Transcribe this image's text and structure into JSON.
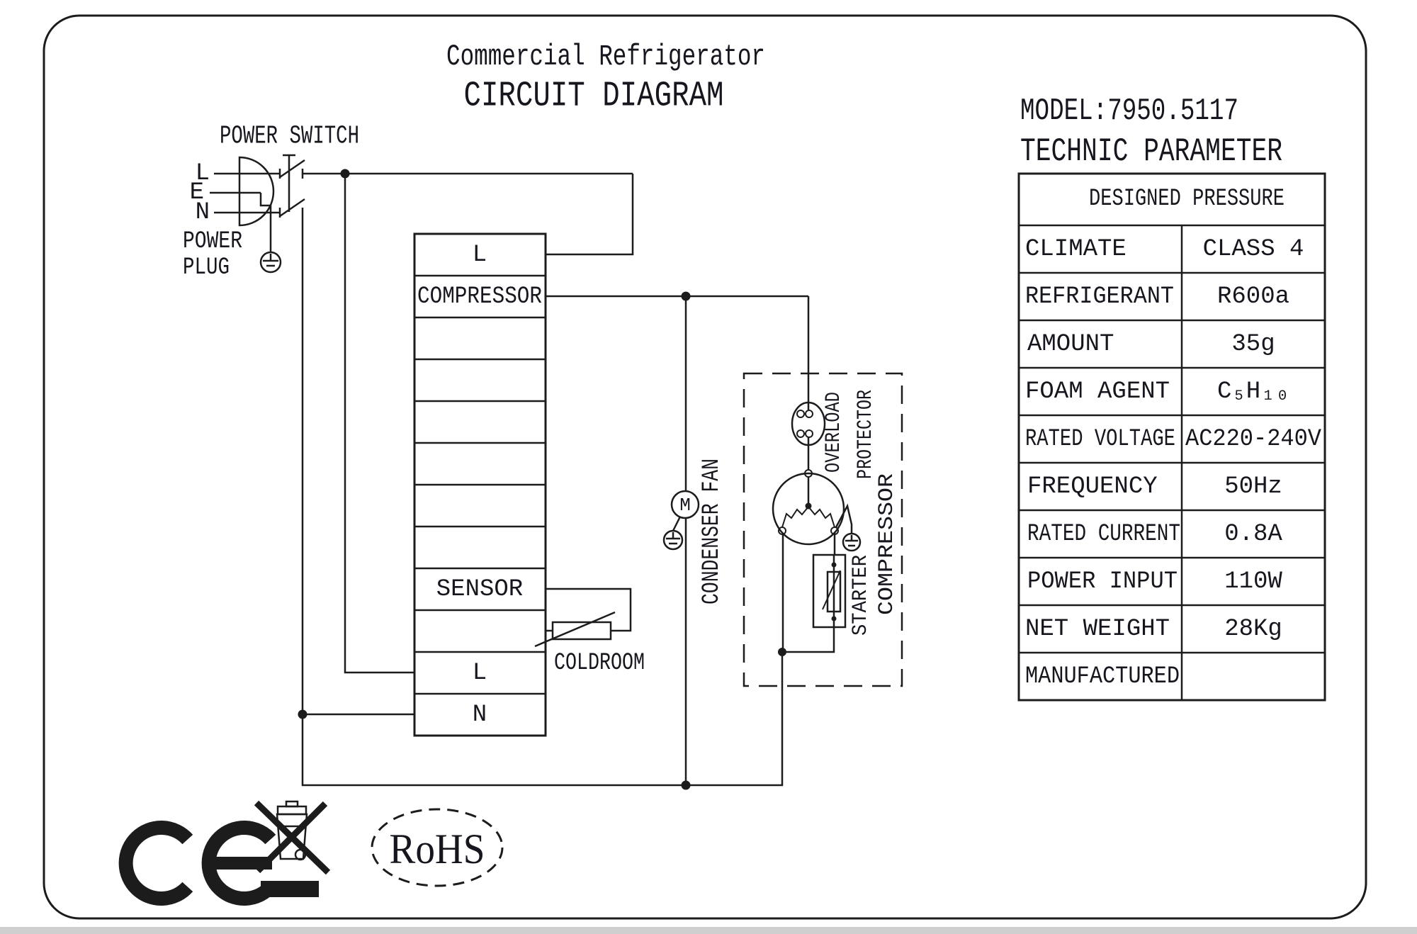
{
  "titles": {
    "subtitle": "Commercial Refrigerator",
    "title": "CIRCUIT DIAGRAM"
  },
  "panel": {
    "model_line": "MODEL:7950.5117",
    "table_title": "TECHNIC  PARAMETER"
  },
  "technic_table": {
    "header": "DESIGNED PRESSURE",
    "rows": [
      {
        "label": "CLIMATE",
        "value": "CLASS 4"
      },
      {
        "label": "REFRIGERANT",
        "value": "R600a"
      },
      {
        "label": "AMOUNT",
        "value": "35g"
      },
      {
        "label": "FOAM AGENT",
        "value": "C₅H₁₀"
      },
      {
        "label": "RATED VOLTAGE",
        "value": "AC220-240V"
      },
      {
        "label": "FREQUENCY",
        "value": "50Hz"
      },
      {
        "label": "RATED CURRENT",
        "value": "0.8A"
      },
      {
        "label": "POWER INPUT",
        "value": "110W"
      },
      {
        "label": "NET WEIGHT",
        "value": "28Kg"
      },
      {
        "label": "MANUFACTURED",
        "value": ""
      }
    ]
  },
  "circuit": {
    "power_switch_label": "POWER SWITCH",
    "power_plug_label_1": "POWER",
    "power_plug_label_2": "PLUG",
    "plug_pins": {
      "live": "L",
      "earth": "E",
      "neutral": "N"
    },
    "terminal_block": {
      "rows": [
        "L",
        "COMPRESSOR",
        "",
        "",
        "",
        "",
        "",
        "",
        "SENSOR",
        "",
        "L",
        "N"
      ]
    },
    "coldroom_label": "COLDROOM",
    "condenser_fan_label": "CONDENSER FAN",
    "fan_motor_letter": "M",
    "overload_label_1": "OVERLOAD",
    "overload_label_2": "PROTECTOR",
    "starter_label": "STARTER",
    "compressor_label": "COMPRESSOR"
  },
  "marks": {
    "ce": "CE",
    "weee": "crossed-out-wheelie-bin",
    "rohs": "RoHS"
  },
  "colors": {
    "ink": "#1c1c1c",
    "paper": "#ffffff"
  }
}
